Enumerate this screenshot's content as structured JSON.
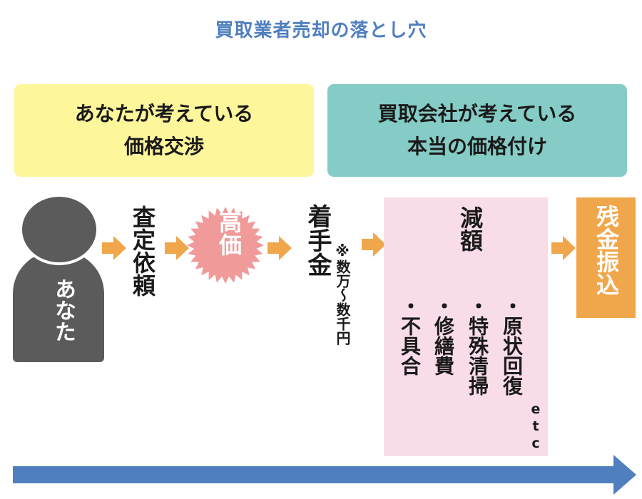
{
  "title": "買取業者売却の落とし穴",
  "left_header": {
    "line1": "あなたが考えている",
    "line2": "価格交渉"
  },
  "right_header": {
    "line1": "買取会社が考えている",
    "line2": "本当の価格付け"
  },
  "person_label": "あなた",
  "steps": {
    "appraisal": "査定依頼",
    "high_price": "高価",
    "deposit": "着手金",
    "deposit_note": "※数万〜数千円",
    "reduction": "減額",
    "reduction_items": [
      "原状回復",
      "特殊清掃",
      "修繕費",
      "不具合"
    ],
    "etc": "etc",
    "final": "残金振込"
  },
  "colors": {
    "title": "#4f7fbf",
    "yellow": "#fdf69b",
    "teal": "#85ccc6",
    "orange": "#f0a64a",
    "pink": "#f8dde9",
    "burst": "#f09a9a",
    "person": "#5b5b5b"
  }
}
